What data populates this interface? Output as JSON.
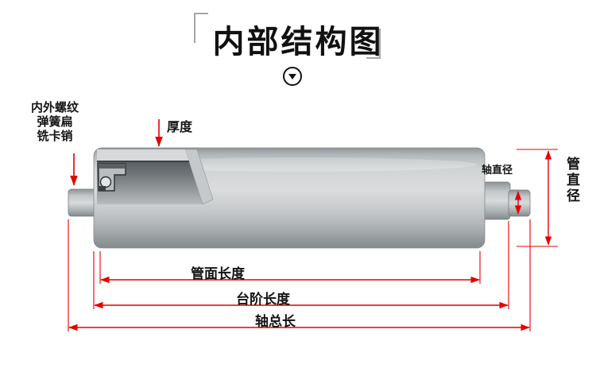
{
  "header": {
    "title": "内部结构图",
    "down_icon": "circled-down-arrow"
  },
  "annotations": {
    "left_note": {
      "line1": "内外螺纹",
      "line2": "弹簧扁",
      "line3": "铣卡销"
    },
    "thickness": "厚度",
    "shaft_diameter": "轴直径",
    "tube_diameter": "管直径"
  },
  "dimensions": {
    "tube_face_length": "管面长度",
    "step_length": "台阶长度",
    "shaft_total_length": "轴总长"
  },
  "colors": {
    "dimension_red": "#e60000",
    "text_black": "#141414",
    "bracket_gray": "#a6a6a6",
    "roller_gray": "#c6c9cb"
  }
}
